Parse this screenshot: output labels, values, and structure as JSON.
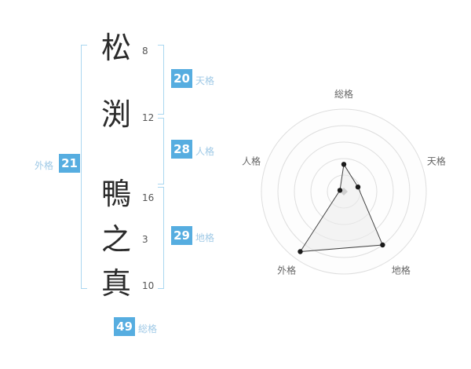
{
  "name_analysis": {
    "characters": [
      {
        "char": "松",
        "strokes": "8"
      },
      {
        "char": "渕",
        "strokes": "12"
      },
      {
        "char": "鴨",
        "strokes": "16"
      },
      {
        "char": "之",
        "strokes": "3"
      },
      {
        "char": "真",
        "strokes": "10"
      }
    ],
    "badges": {
      "tenkaku": {
        "value": "20",
        "label": "天格"
      },
      "jinkaku": {
        "value": "28",
        "label": "人格"
      },
      "chikaku": {
        "value": "29",
        "label": "地格"
      },
      "gaikaku": {
        "value": "21",
        "label": "外格"
      },
      "soukaku": {
        "value": "49",
        "label": "総格"
      }
    },
    "colors": {
      "badge_bg": "#56ade0",
      "badge_text": "#ffffff",
      "label_text": "#9fc9e6",
      "bracket": "#aad7f0"
    }
  },
  "chart_data": {
    "type": "radar",
    "categories": [
      "総格",
      "天格",
      "地格",
      "外格",
      "人格"
    ],
    "values": [
      33,
      18,
      80,
      90,
      5
    ],
    "max": 100,
    "rings": 5,
    "grid": "circular",
    "legend": "none",
    "title": "",
    "colors": {
      "ring_stroke": "#dedede",
      "ring_fill": "#fdfdfd",
      "polygon_fill": "#ebebeb",
      "polygon_stroke": "#444444",
      "point_fill": "#1a1a1a",
      "center_diamond": "#cfcfcf",
      "axis_label": "#666666"
    }
  }
}
